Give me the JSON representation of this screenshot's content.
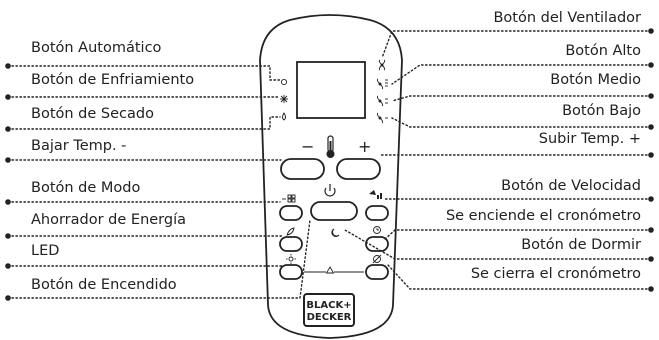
{
  "labels_left": [
    {
      "id": "auto",
      "text": "Botón Automático"
    },
    {
      "id": "cool",
      "text": "Botón de Enfriamiento"
    },
    {
      "id": "dry",
      "text": "Botón de Secado"
    },
    {
      "id": "temp_down",
      "text": "Bajar Temp. -"
    },
    {
      "id": "mode",
      "text": "Botón de Modo"
    },
    {
      "id": "eco",
      "text": "Ahorrador de Energía"
    },
    {
      "id": "led",
      "text": "LED"
    },
    {
      "id": "power",
      "text": "Botón de Encendido"
    }
  ],
  "labels_right": [
    {
      "id": "fan",
      "text": "Botón del Ventilador"
    },
    {
      "id": "high",
      "text": "Botón Alto"
    },
    {
      "id": "medium",
      "text": "Botón Medio"
    },
    {
      "id": "low",
      "text": "Botón Bajo"
    },
    {
      "id": "temp_up",
      "text": "Subir Temp. +"
    },
    {
      "id": "speed",
      "text": "Botón de Velocidad"
    },
    {
      "id": "timer_on",
      "text": "Se enciende el cronómetro"
    },
    {
      "id": "sleep",
      "text": "Botón de Dormir"
    },
    {
      "id": "timer_off",
      "text": "Se cierra el cronómetro"
    }
  ],
  "remote": {
    "minus": "−",
    "plus": "+",
    "brand_line1": "BLACK+",
    "brand_line2": "DECKER"
  },
  "colors": {
    "outline": "#222222",
    "text": "#222222",
    "background": "#ffffff"
  }
}
